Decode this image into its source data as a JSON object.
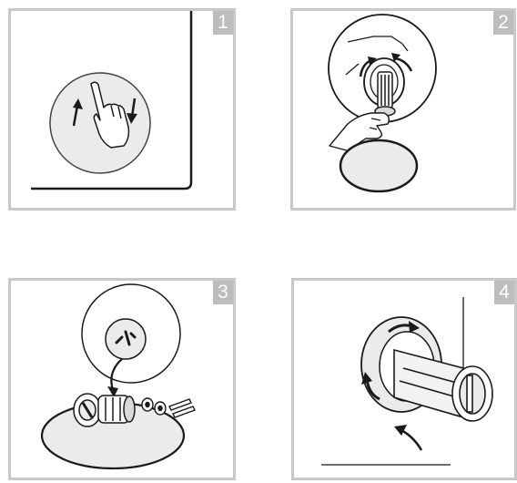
{
  "steps": [
    {
      "number": "1"
    },
    {
      "number": "2"
    },
    {
      "number": "3"
    },
    {
      "number": "4"
    }
  ],
  "colors": {
    "panel_border": "#c8c8c8",
    "badge_background": "#bdbdbd",
    "badge_text": "#ffffff",
    "circle_fill": "#ebebeb",
    "line_art": "#1a1a1a"
  }
}
